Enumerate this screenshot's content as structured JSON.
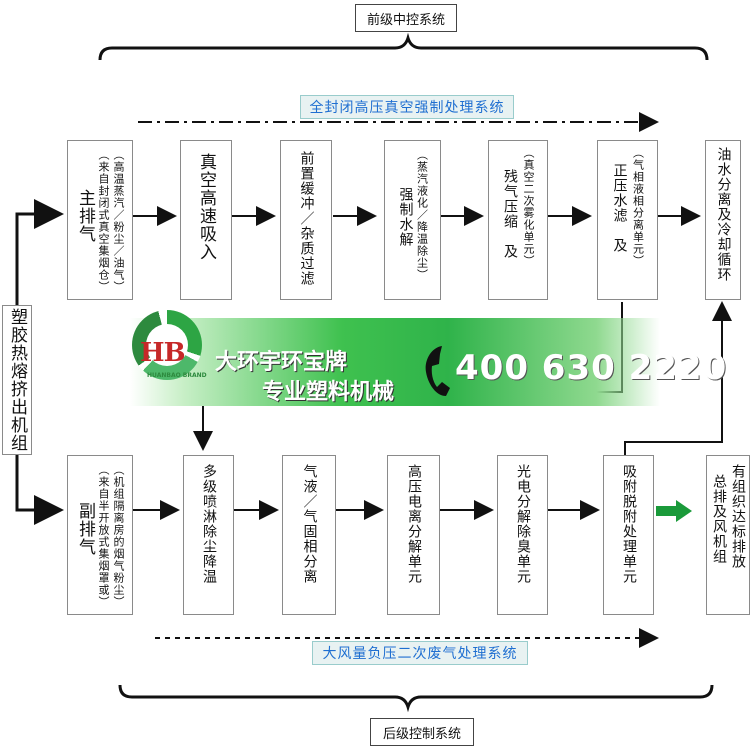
{
  "top_control": "前级中控系统",
  "bottom_control": "后级控制系统",
  "top_banner": "全封闭高压真空强制处理系统",
  "bottom_banner": "大风量负压二次废气处理系统",
  "source": "塑胶热熔挤出机组",
  "top_row": {
    "main_exhaust": "主排气",
    "main_note1": "（高温蒸汽／粉尘／油气）",
    "main_note2": "（来自封闭式真空集烟仓）",
    "vacuum": "真空高速吸入",
    "prebuffer": "前置缓冲／杂质过滤",
    "hydrolysis_main": "强制水解",
    "hydrolysis_note": "（蒸汽液化／降温除尘）",
    "residual_main": "残气压缩　及",
    "residual_note": "（真空二次雾化单元）",
    "filter_main": "正压水滤　及",
    "filter_note": "（气相液相分离单元）",
    "oil_water": "油水分离及冷却循环"
  },
  "bottom_row": {
    "aux_exhaust": "副排气",
    "aux_note1": "（机组隔离房的烟气粉尘）",
    "aux_note2": "（来自半开放式集烟罩或）",
    "spray": "多级喷淋除尘降温",
    "gas_liquid": "气液／气固相分离",
    "ionization": "高压电离分解单元",
    "photo": "光电分解除臭单元",
    "adsorption": "吸附脱附处理单元",
    "emission": "有组织达标排放",
    "fan": "总排及风机组"
  },
  "advert": {
    "logo": "HB",
    "logo_sub": "HUANBAO BRAND",
    "line1": "大环宇环宝牌",
    "line2": "专业塑料机械",
    "phone": "400 630 2220"
  },
  "colors": {
    "banner_text": "#1f6fd1",
    "advert_green": "#2fb34a",
    "emission_arrow": "#1a9a3a"
  }
}
